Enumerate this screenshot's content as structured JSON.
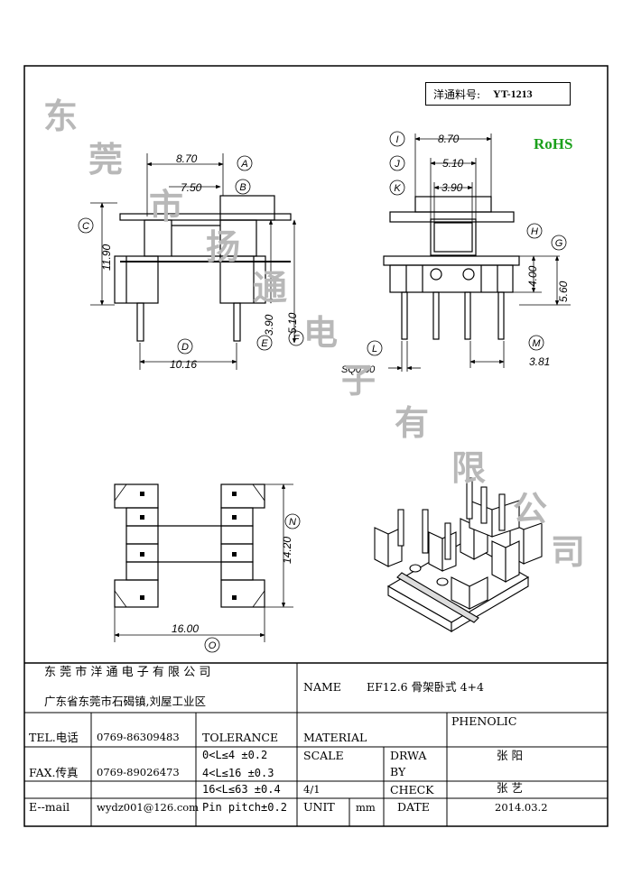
{
  "part_number": {
    "label": "洋通料号:",
    "value": "YT-1213"
  },
  "rohs": "RoHS",
  "watermark": [
    "东",
    "莞",
    "市",
    "扬",
    "通",
    "电",
    "子",
    "有",
    "限",
    "公",
    "司"
  ],
  "drawing": {
    "front": {
      "width": "8.70",
      "width2": "7.50",
      "height": "11.90",
      "base": "10.16",
      "h1": "3.90",
      "h2": "5.10",
      "lbl_a": "A",
      "lbl_b": "B",
      "lbl_c": "C",
      "lbl_d": "D",
      "lbl_e": "E",
      "lbl_f": "F"
    },
    "side": {
      "i": "8.70",
      "j": "5.10",
      "k": "3.90",
      "h": "4.00",
      "g": "5.60",
      "l": "SQ0.60",
      "m": "3.81",
      "lbl_i": "I",
      "lbl_j": "J",
      "lbl_k": "K",
      "lbl_h": "H",
      "lbl_g": "G",
      "lbl_l": "L",
      "lbl_m": "M"
    },
    "bottom": {
      "width": "16.00",
      "height": "14.20",
      "lbl_n": "N",
      "lbl_o": "O"
    }
  },
  "title_block": {
    "company": "东 莞 市 洋 通 电 子 有 限 公 司",
    "address": "广东省东莞市石碣镇,刘屋工业区",
    "name_label": "NAME",
    "name_value": "EF12.6 骨架卧式 4+4",
    "material_value": "PHENOLIC",
    "tel_label": "TEL.电话",
    "tel_value": "0769-86309483",
    "tolerance_label": "TOLERANCE",
    "material_label": "MATERIAL",
    "fax_label": "FAX.传真",
    "fax_value": "0769-89026473",
    "tol1": "0<L≤4   ±0.2",
    "tol2": "4<L≤16  ±0.3",
    "tol3": "16<L≤63 ±0.4",
    "tol4": "Pin pitch±0.2",
    "scale_label": "SCALE",
    "drawn_label_1": "DRWA",
    "drawn_label_2": "BY",
    "drawn_value": "张 阳",
    "scale_value": "4/1",
    "check_label": "CHECK",
    "check_value": "张 艺",
    "email_label": "E--mail",
    "email_value": "wydz001@126.com",
    "unit_label": "UNIT",
    "unit_value": "mm",
    "date_label": "DATE",
    "date_value": "2014.03.2"
  }
}
